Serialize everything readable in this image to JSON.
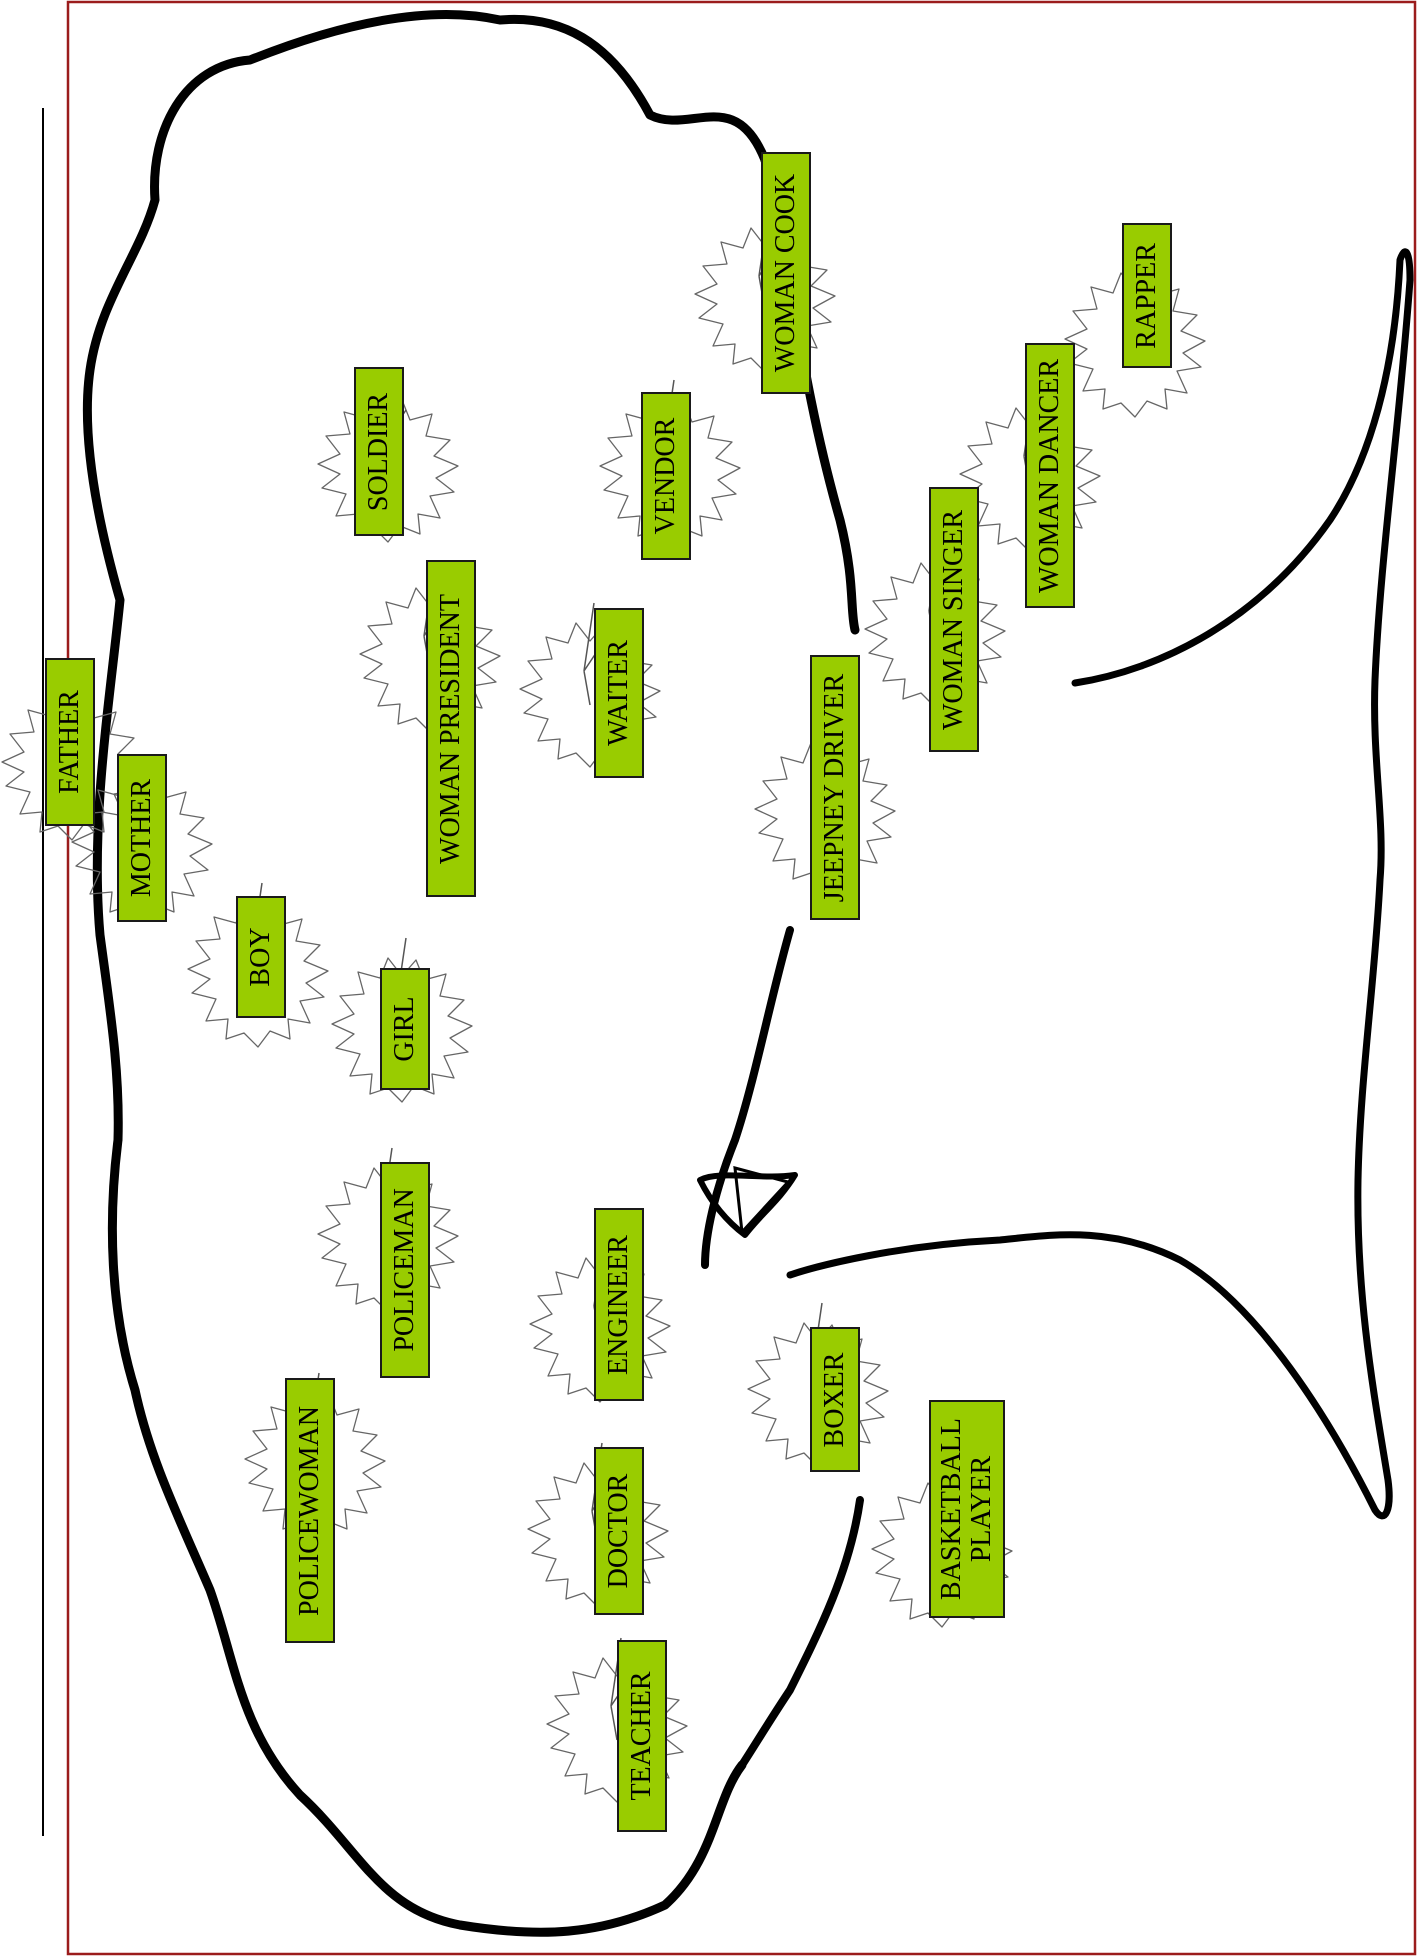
{
  "diagram": {
    "colors": {
      "frame": "#9b1c1c",
      "tree_outline": "#000000",
      "leaf_outline": "#666666",
      "label_fill": "#99cc00",
      "label_border": "#1a1a1a"
    },
    "icons": {
      "leaf": "maple-leaf-icon",
      "tree": "tree-outline"
    },
    "labels": {
      "father": "FATHER",
      "mother": "MOTHER",
      "boy": "BOY",
      "girl": "GIRL",
      "soldier": "SOLDIER",
      "woman_president": "WOMAN PRESIDENT",
      "policeman": "POLICEMAN",
      "policewoman": "POLICEWOMAN",
      "vendor": "VENDOR",
      "waiter": "WAITER",
      "engineer": "ENGINEER",
      "doctor": "DOCTOR",
      "teacher": "TEACHER",
      "woman_cook": "WOMAN COOK",
      "jeepney_driver": "JEEPNEY DRIVER",
      "boxer": "BOXER",
      "woman_singer": "WOMAN SINGER",
      "basketball_player": "BASKETBALL\nPLAYER",
      "woman_dancer": "WOMAN DANCER",
      "rapper": "RAPPER"
    }
  }
}
